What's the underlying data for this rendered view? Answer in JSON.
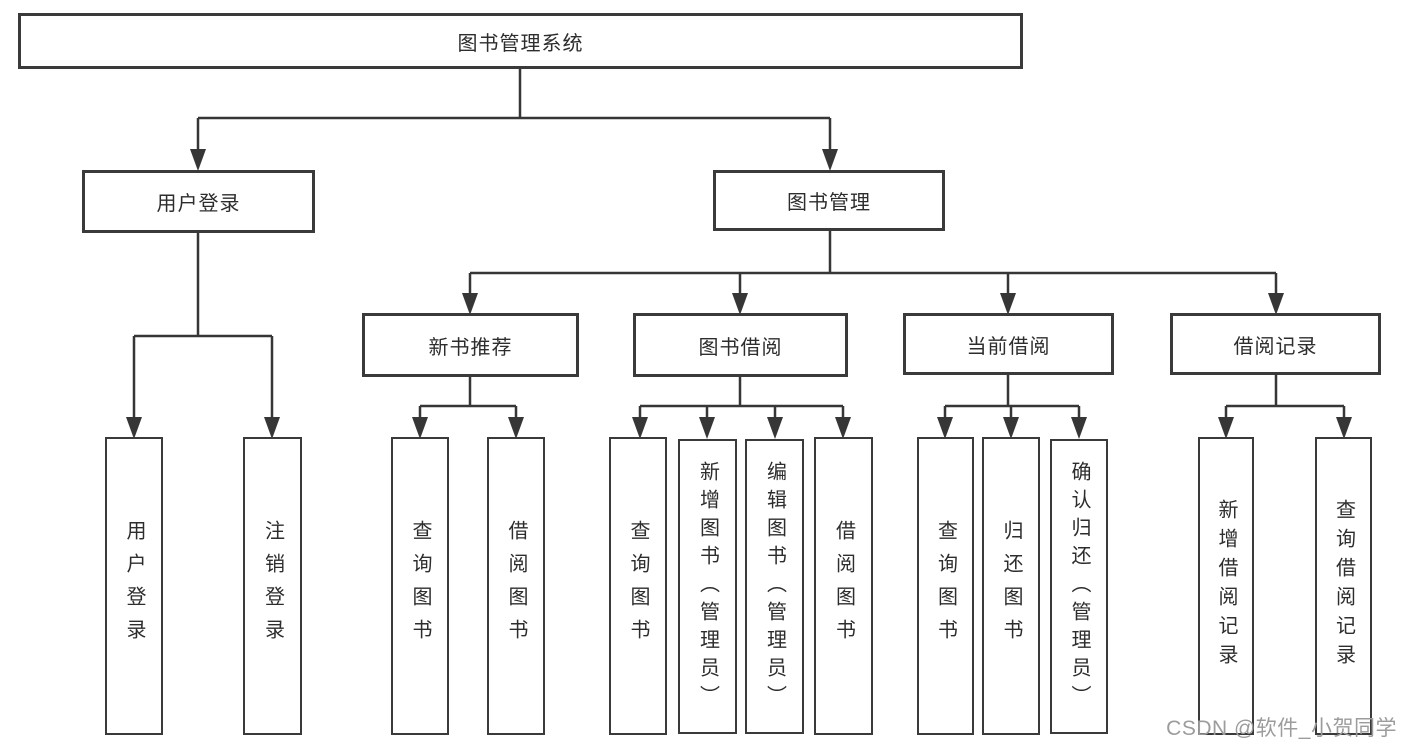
{
  "nodes": {
    "root": {
      "label": "图书管理系统"
    },
    "user_login": {
      "label": "用户登录"
    },
    "book_mgmt": {
      "label": "图书管理"
    },
    "new_rec": {
      "label": "新书推荐"
    },
    "book_borrow": {
      "label": "图书借阅"
    },
    "cur_borrow": {
      "label": "当前借阅"
    },
    "records": {
      "label": "借阅记录"
    }
  },
  "leaves": {
    "login": {
      "label": "用户登录"
    },
    "logout": {
      "label": "注销登录"
    },
    "rec_query": {
      "label": "查询图书"
    },
    "rec_borrow": {
      "label": "借阅图书"
    },
    "bb_query": {
      "label": "查询图书"
    },
    "bb_add": {
      "label": "新增图书（管理员）"
    },
    "bb_edit": {
      "label": "编辑图书（管理员）"
    },
    "bb_borrow": {
      "label": "借阅图书"
    },
    "cb_query": {
      "label": "查询图书"
    },
    "cb_return": {
      "label": "归还图书"
    },
    "cb_confirm": {
      "label": "确认归还（管理员）"
    },
    "br_add": {
      "label": "新增借阅记录"
    },
    "br_query": {
      "label": "查询借阅记录"
    }
  },
  "watermark": {
    "text": "CSDN @软件_小贺同学"
  },
  "colors": {
    "background": "#ffffff",
    "line": "#363636",
    "box_border": "#3a3a3a",
    "text": "#2d2d2d",
    "watermark": "#9c9c9c"
  }
}
